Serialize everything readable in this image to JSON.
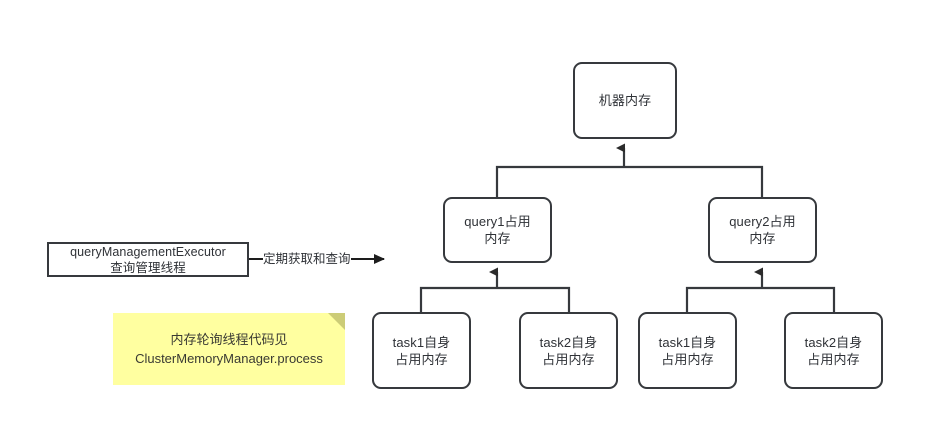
{
  "diagram": {
    "title_text": "",
    "colors": {
      "stroke": "#36393d",
      "text": "#2f3237",
      "note_bg": "#ffffa0",
      "note_fold": "#cccc77",
      "canvas_bg": "#ffffff"
    },
    "nodes": {
      "machine_memory": "机器内存",
      "query1": "query1占用\n内存",
      "query2": "query2占用\n内存",
      "q1_task1": "task1自身\n占用内存",
      "q1_task2": "task2自身\n占用内存",
      "q2_task1": "task1自身\n占用内存",
      "q2_task2": "task2自身\n占用内存",
      "executor": "queryManagementExecutor\n查询管理线程"
    },
    "edges": {
      "executor_to_query_label": "定期获取和查询"
    },
    "note": {
      "text": "内存轮询线程代码见\nClusterMemoryManager.process"
    }
  }
}
